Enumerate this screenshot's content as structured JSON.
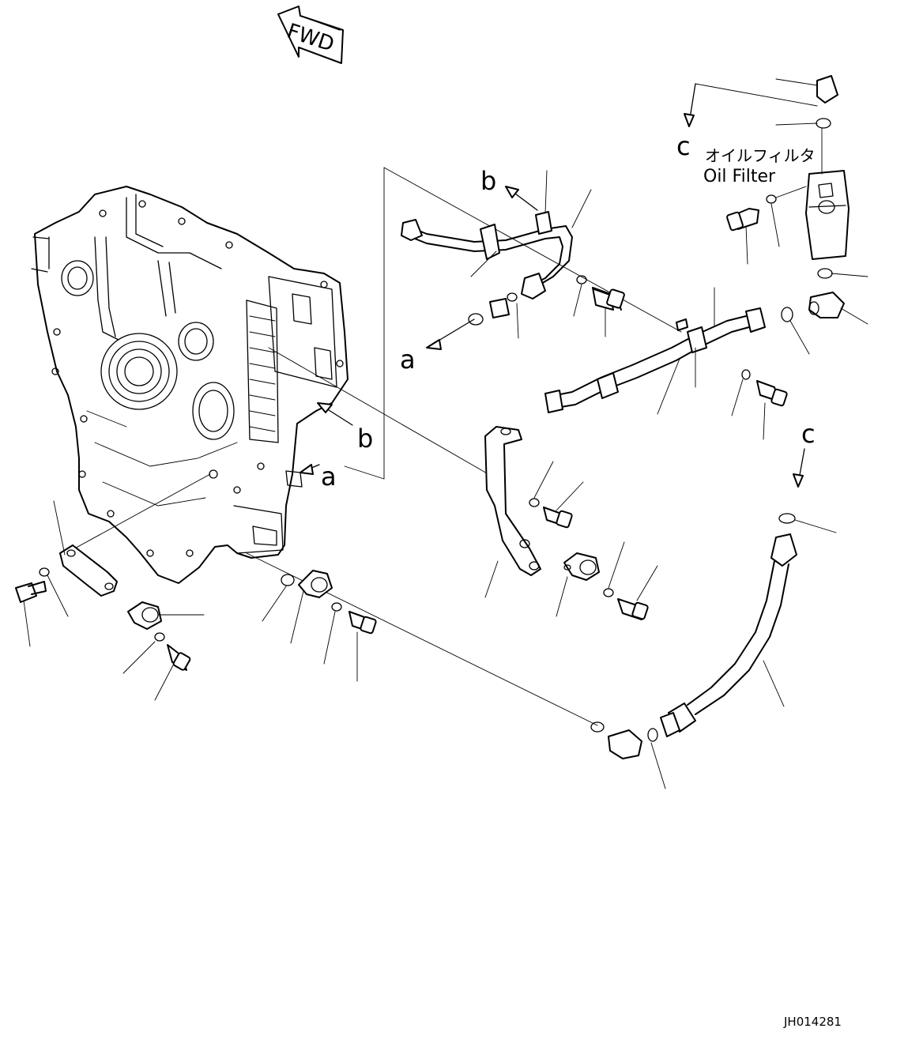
{
  "diagram": {
    "direction_label": "FWD",
    "oil_filter_label_jp": "オイルフィルタ",
    "oil_filter_label_en": "Oil Filter",
    "drawing_number": "JH014281",
    "callouts": {
      "a_left": "a",
      "a_right": "a",
      "b_top": "b",
      "b_right": "b",
      "c_top": "c",
      "c_right": "c"
    }
  }
}
